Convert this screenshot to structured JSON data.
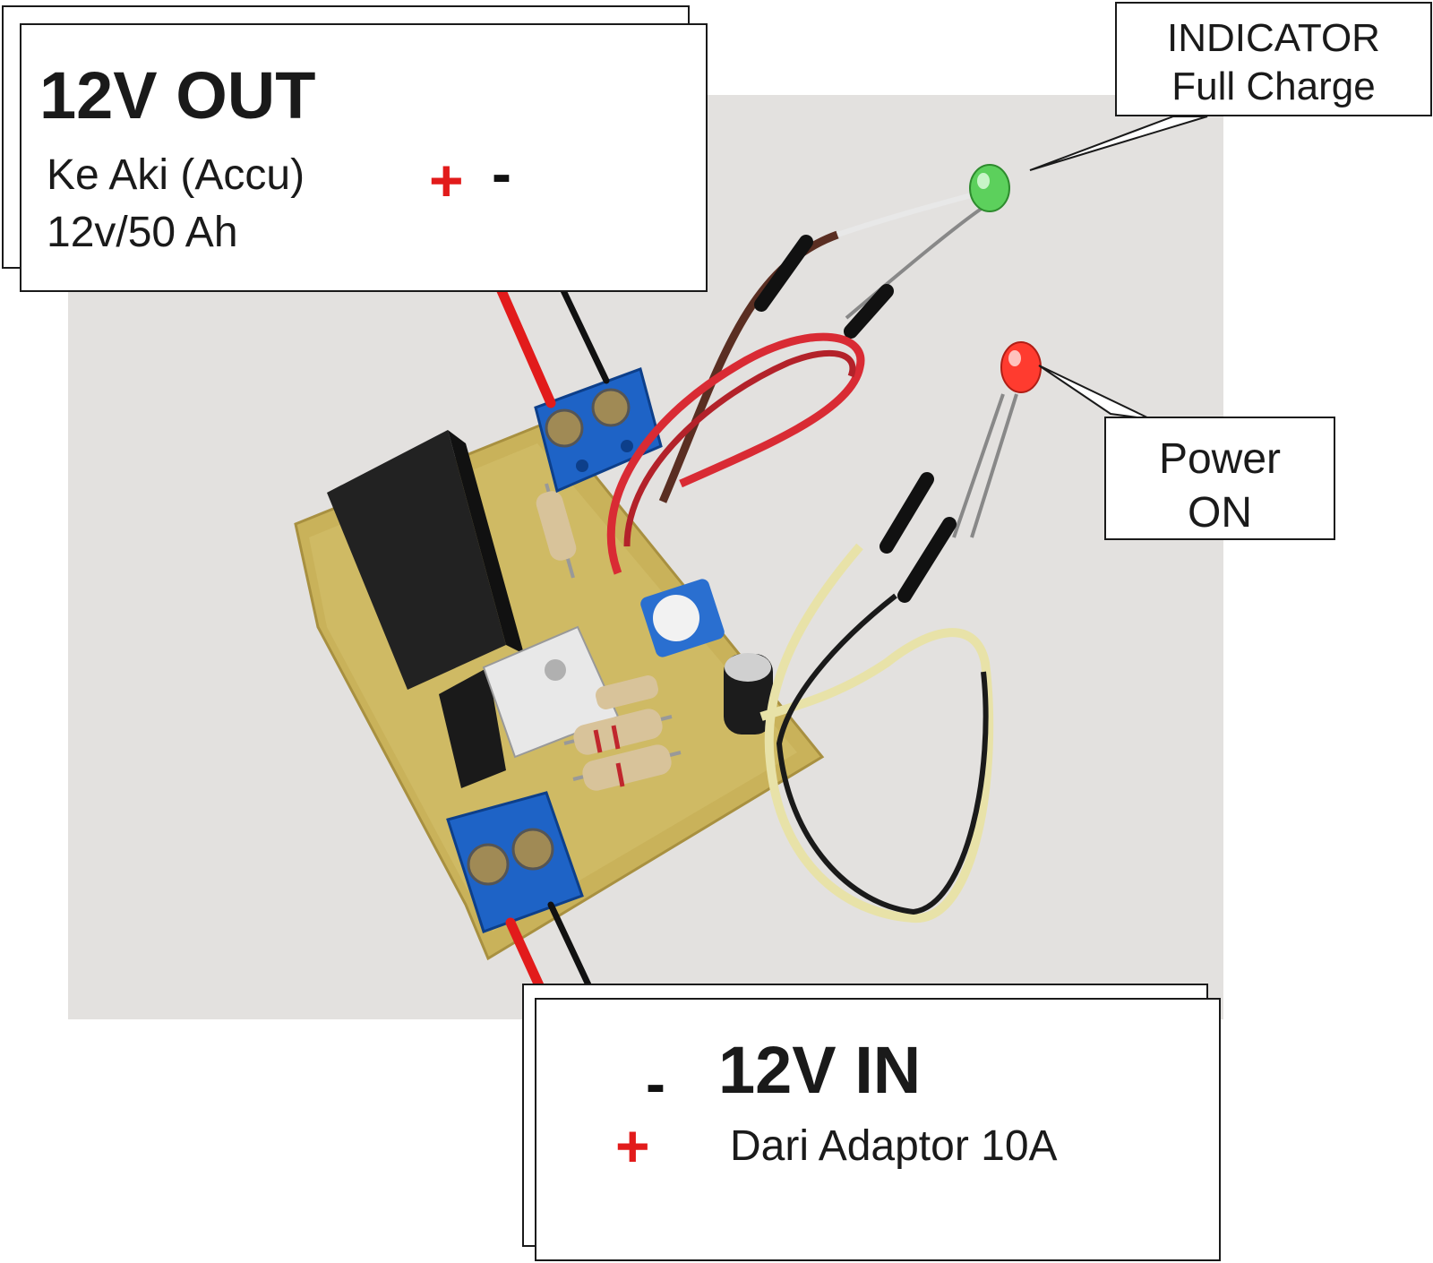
{
  "colors": {
    "plus": "#e21b1b",
    "minus": "#111111",
    "pcb": "#c9b25a",
    "terminal_block": "#1e63c6",
    "relay": "#222222",
    "led_green": "#5cd05c",
    "led_red": "#ff3b2f",
    "background_photo": "#e3e1df"
  },
  "output_box": {
    "title": "12V OUT",
    "line1": "Ke Aki (Accu)",
    "line2": "12v/50 Ah",
    "plus_sign": "+",
    "minus_sign": "-"
  },
  "input_box": {
    "title": "12V IN",
    "line1": "Dari Adaptor 10A",
    "plus_sign": "+",
    "minus_sign": "-"
  },
  "indicator_label": {
    "line1": "INDICATOR",
    "line2": "Full Charge"
  },
  "power_label": {
    "line1": "Power",
    "line2": "ON"
  },
  "icons": [
    "green-led-icon",
    "red-led-icon",
    "relay-icon",
    "terminal-block-icon",
    "resistor-icon",
    "capacitor-icon",
    "trimpot-icon",
    "regulator-icon"
  ]
}
